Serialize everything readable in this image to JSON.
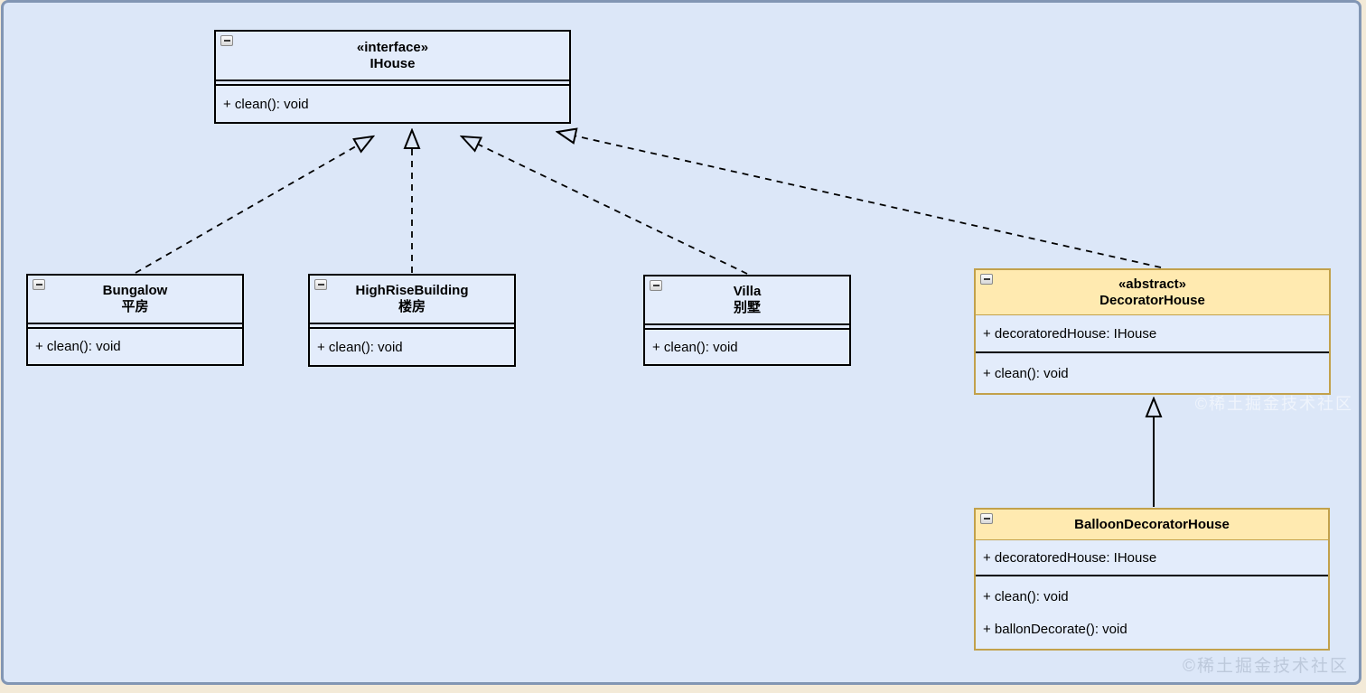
{
  "diagram": {
    "classes": [
      {
        "stereotype": "«interface»",
        "name": "IHouse",
        "methods": [
          "+ clean(): void"
        ]
      },
      {
        "name": "Bungalow",
        "name_cn": "平房",
        "methods": [
          "+ clean(): void"
        ]
      },
      {
        "name": "HighRiseBuilding",
        "name_cn": "楼房",
        "methods": [
          "+ clean(): void"
        ]
      },
      {
        "name": "Villa",
        "name_cn": "别墅",
        "methods": [
          "+ clean(): void"
        ]
      },
      {
        "stereotype": "«abstract»",
        "name": "DecoratorHouse",
        "attributes": [
          "+ decoratoredHouse: IHouse"
        ],
        "methods": [
          "+ clean(): void"
        ]
      },
      {
        "name": "BalloonDecoratorHouse",
        "attributes": [
          "+ decoratoredHouse: IHouse"
        ],
        "methods": [
          "+ clean(): void",
          "+ ballonDecorate(): void"
        ]
      }
    ],
    "relations": [
      {
        "from": "Bungalow",
        "to": "IHouse",
        "type": "realization",
        "line": "dashed"
      },
      {
        "from": "HighRiseBuilding",
        "to": "IHouse",
        "type": "realization",
        "line": "dashed"
      },
      {
        "from": "Villa",
        "to": "IHouse",
        "type": "realization",
        "line": "dashed"
      },
      {
        "from": "DecoratorHouse",
        "to": "IHouse",
        "type": "realization",
        "line": "dashed"
      },
      {
        "from": "BalloonDecoratorHouse",
        "to": "DecoratorHouse",
        "type": "generalization",
        "line": "solid"
      }
    ],
    "watermark": "©稀土掘金技术社区",
    "colors": {
      "page": "#f3ead8",
      "canvas": "#dce7f8",
      "frame_border": "#8296b4",
      "box_fill": "#e3ecfb",
      "box_border": "#000000",
      "accent_header": "#ffeab0",
      "accent_border": "#c2a14b"
    }
  }
}
